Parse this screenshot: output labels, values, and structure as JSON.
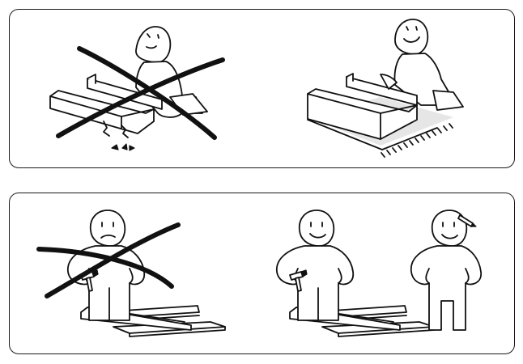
{
  "panels": [
    {
      "id": "panel-1",
      "scenes": [
        {
          "id": "assemble-on-hard-floor",
          "status": "wrong",
          "icons": [
            "person-kneeling-icon",
            "furniture-frame-icon",
            "damage-crack-icon",
            "cross-out-icon"
          ]
        },
        {
          "id": "assemble-on-rug",
          "status": "correct",
          "icons": [
            "person-kneeling-icon",
            "furniture-frame-icon",
            "rug-icon"
          ]
        }
      ]
    },
    {
      "id": "panel-2",
      "scenes": [
        {
          "id": "assemble-alone",
          "status": "wrong",
          "icons": [
            "person-sad-icon",
            "hammer-icon",
            "boards-stack-icon",
            "cross-out-icon"
          ]
        },
        {
          "id": "assemble-with-helper",
          "status": "correct",
          "icons": [
            "person-happy-icon",
            "hammer-icon",
            "boards-stack-icon",
            "helper-person-icon",
            "pencil-icon"
          ]
        }
      ]
    }
  ],
  "colors": {
    "line": "#111111",
    "rug": "#e6e6e6",
    "background": "#ffffff"
  }
}
